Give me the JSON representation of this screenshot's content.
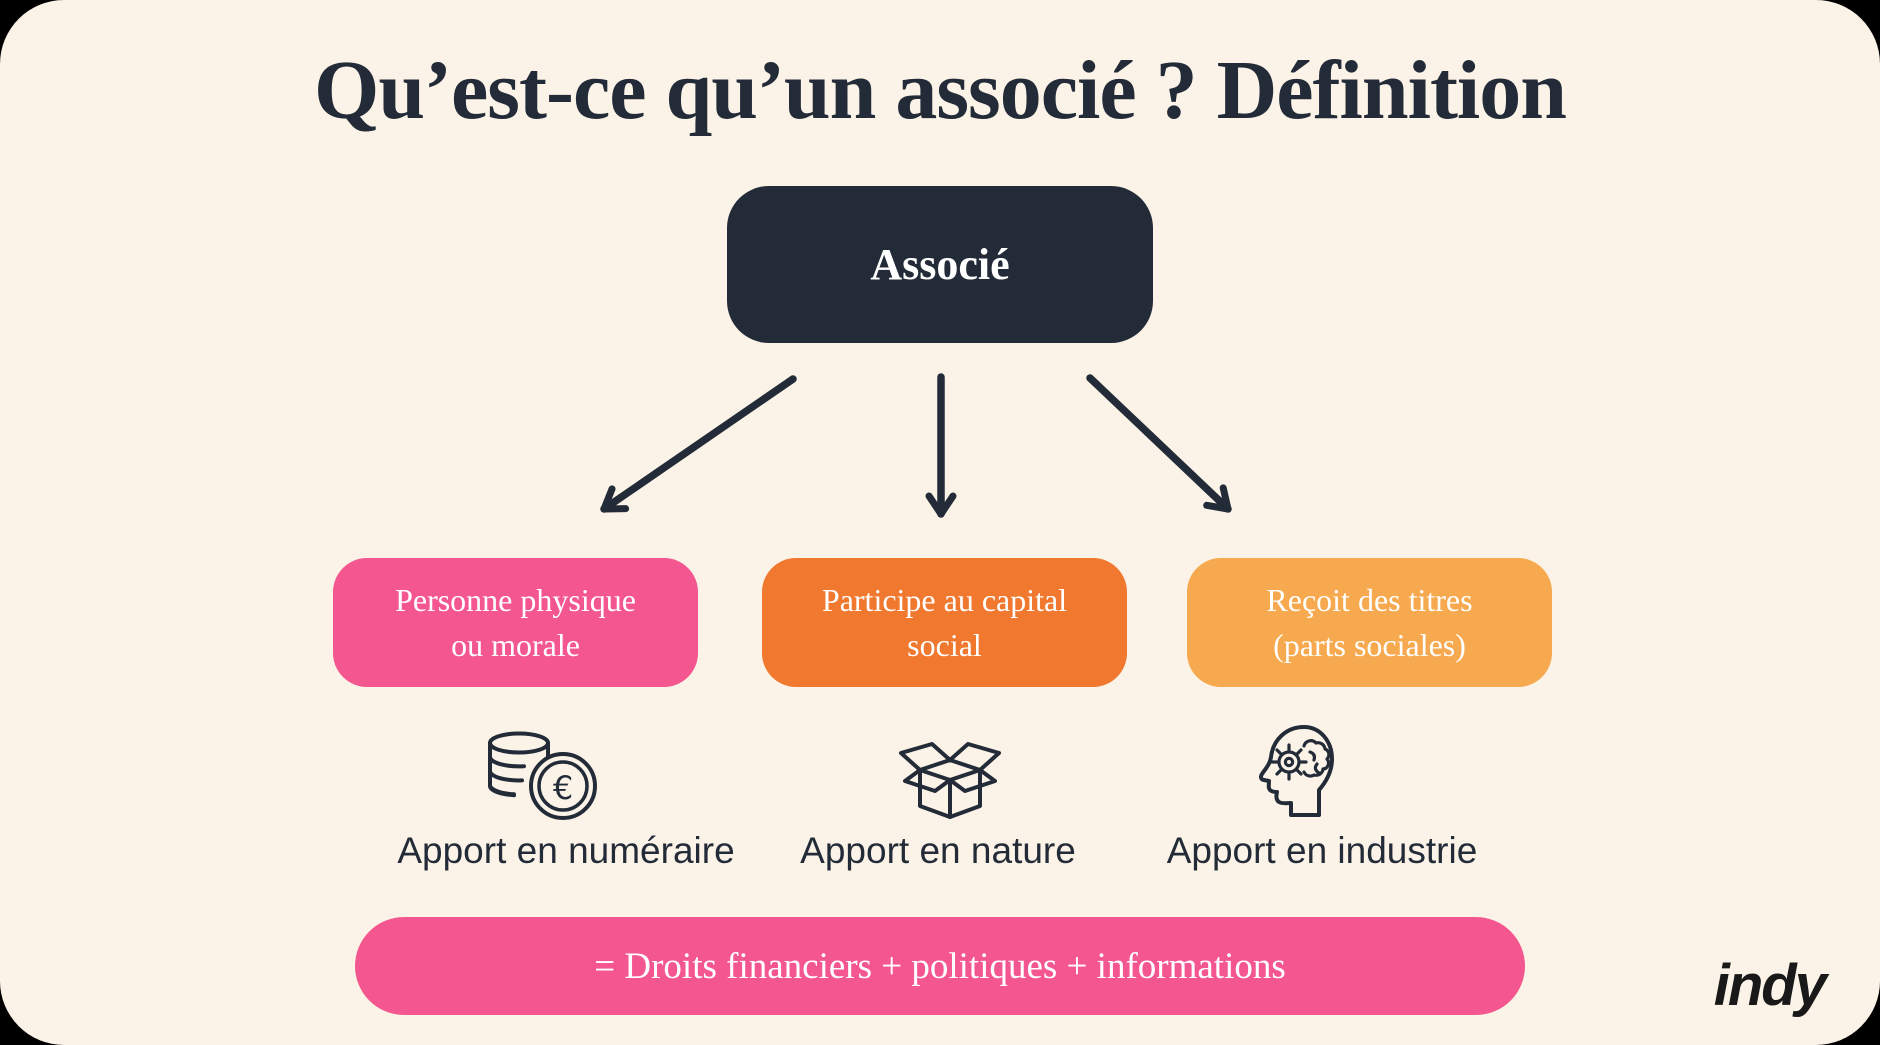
{
  "page": {
    "outside_background": "#000000",
    "card_background": "#FBF3E7",
    "accent_dark": "#232B38"
  },
  "title": "Qu’est-ce qu’un associé ? Définition",
  "root_node": {
    "label": "Associé",
    "bg": "#232B38",
    "text_color": "#FFFFFF"
  },
  "branches": [
    {
      "label": "Personne physique\nou morale",
      "bg": "#F4578F"
    },
    {
      "label": "Participe au capital\nsocial",
      "bg": "#F0782F"
    },
    {
      "label": "Reçoit des titres\n(parts sociales)",
      "bg": "#F6A94E"
    }
  ],
  "contributions": [
    {
      "icon": "euro-coins-icon",
      "glyph": "€",
      "label": "Apport en numéraire"
    },
    {
      "icon": "open-box-icon",
      "label": "Apport en nature"
    },
    {
      "icon": "head-gear-brain-icon",
      "label": "Apport en industrie"
    }
  ],
  "banner": {
    "label": "= Droits financiers + politiques + informations",
    "bg": "#F4578F",
    "text_color": "#FFFFFF"
  },
  "logo": {
    "text": "indy",
    "color": "#191919"
  }
}
